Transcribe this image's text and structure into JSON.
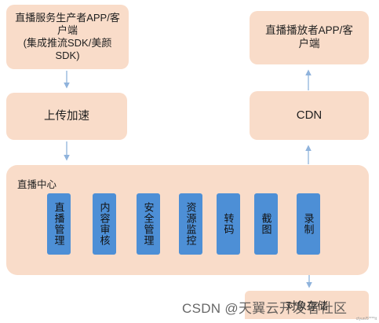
{
  "nodes": {
    "producer_app": "直播服务生产者APP/客\n户端\n(集成推流SDK/美颜\nSDK)",
    "player_app": "直播播放者APP/客\n户端",
    "upload_accel": "上传加速",
    "cdn": "CDN",
    "storage": "对象存储"
  },
  "live_center": {
    "title": "直播中心",
    "modules": [
      "直播管理",
      "内容审核",
      "安全管理",
      "资源监控",
      "转码",
      "截图",
      "录制"
    ]
  },
  "colors": {
    "box_fill": "#f9dcc9",
    "module_fill": "#4d8fd6",
    "arrow": "#8fb3dc"
  },
  "watermark": {
    "text": "CSDN @天翼云开发者社区",
    "corner": "cfyun/5****it"
  }
}
